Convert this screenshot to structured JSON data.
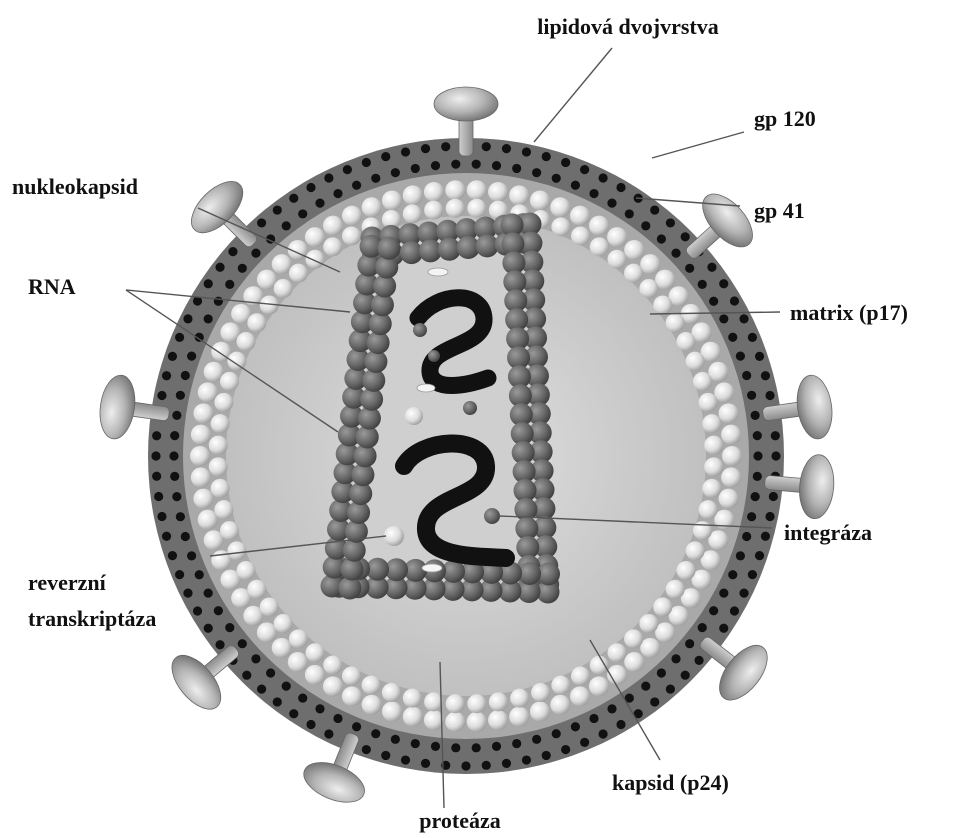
{
  "labels": {
    "lipid_bilayer": "lipidová dvojvrstva",
    "gp120": "gp 120",
    "gp41": "gp 41",
    "nucleocapsid": "nukleokapsid",
    "rna": "RNA",
    "matrix": "matrix (p17)",
    "integrase": "integráza",
    "reverse_transcriptase_line1": "reverzní",
    "reverse_transcriptase_line2": "transkriptáza",
    "capsid": "kapsid (p24)",
    "protease": "proteáza"
  },
  "colors": {
    "envelope_dark": "#6e6e6e",
    "membrane_dot": "#111111",
    "matrix_fill": "#a9a9a9",
    "inner_fill": "#d2d2d2",
    "matrix_bead": "#e2e2e2",
    "capsid_bead": "#6a6a6a",
    "rna": "#111111",
    "spike": "#a8a8a8",
    "leader_line": "#555555"
  }
}
